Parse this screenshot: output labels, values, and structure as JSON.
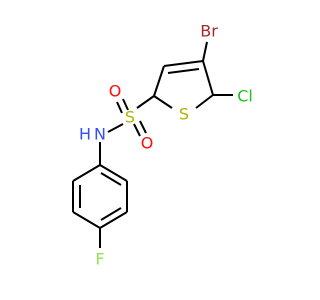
{
  "molecule": {
    "atoms": {
      "br": {
        "label": "Br",
        "color": "#a62929"
      },
      "cl": {
        "label": "Cl",
        "color": "#1fc01f"
      },
      "s_ring": {
        "label": "S",
        "color": "#b2b200"
      },
      "s_sulfonyl": {
        "label": "S",
        "color": "#b2b200"
      },
      "o_top": {
        "label": "O",
        "color": "#ff0d0d"
      },
      "o_bottom": {
        "label": "O",
        "color": "#ff0d0d"
      },
      "n": {
        "label": "N",
        "color": "#3050f8"
      },
      "h": {
        "label": "H",
        "color": "#3050f8"
      },
      "f": {
        "label": "F",
        "color": "#90e050"
      }
    },
    "bond_color": "#000000"
  }
}
